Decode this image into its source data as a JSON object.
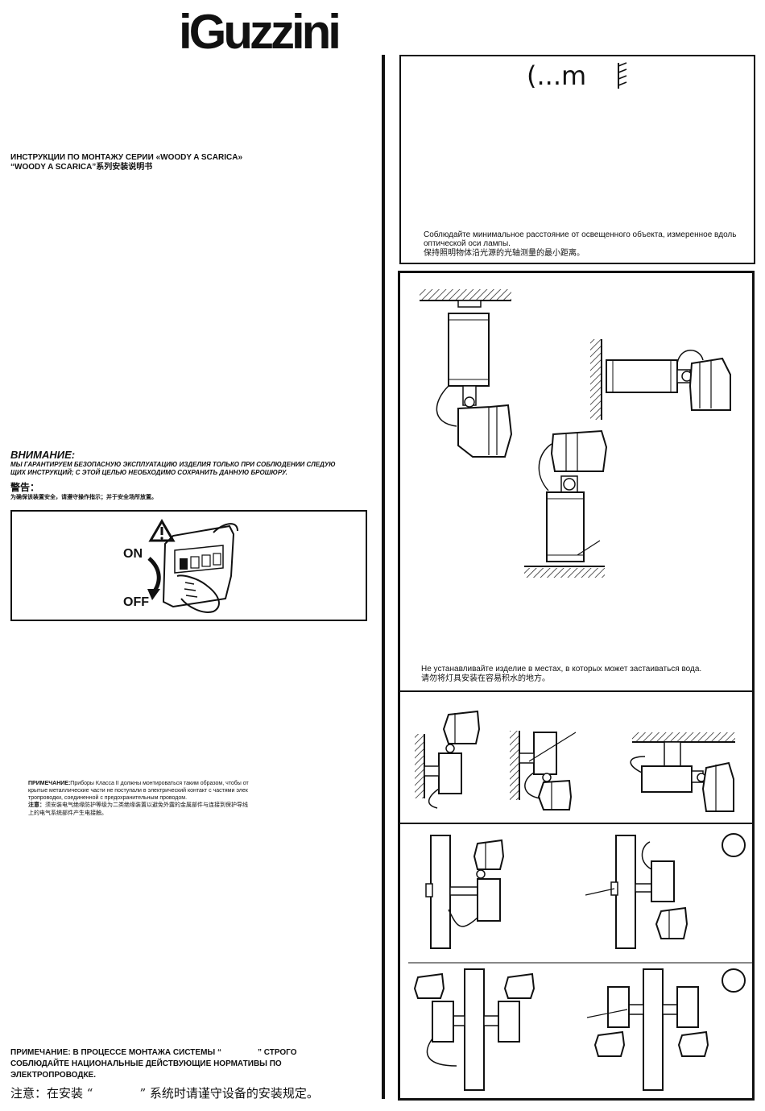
{
  "brand": {
    "logo_text": "iGuzzini"
  },
  "header": {
    "title_ru": "ИНСТРУКЦИИ ПО МОНТАЖУ СЕРИИ «WOODY A SCARICA»",
    "title_zh": "“WOODY A SCARICA”系列安装说明书"
  },
  "warning": {
    "title_ru": "ВНИМАНИЕ:",
    "text_ru_1": "МЫ ГАРАНТИРУЕМ БЕЗОПАСНУЮ ЭКСПЛУАТАЦИЮ ИЗДЕЛИЯ ТОЛЬКО ПРИ СОБЛЮДЕНИИ СЛЕДУЮ",
    "text_ru_2": "ЩИХ ИНСТРУКЦИЙ; С ЭТОЙ ЦЕЛЬЮ НЕОБХОДИМО СОХРАНИТЬ ДАННУЮ БРОШЮРУ.",
    "title_zh": "警告：",
    "text_zh": "为确保该装置安全，请遵守操作指示；并于安全场所放置。"
  },
  "switch_figure": {
    "on_label": "ON",
    "off_label": "OFF"
  },
  "note_class2": {
    "label_ru": "ПРИМЕЧАНИЕ:",
    "text_ru_1": "Приборы Класса II должны монтироваться таким образом, чтобы от",
    "text_ru_2": "крытые металлические части не поступали в электрический контакт с частями элек",
    "text_ru_3": "тропроводки, соединенной с предохранительным проводом.",
    "label_zh": "注意：",
    "text_zh_1": "须安装电气绝缘防护等级为二类绝缘装置以避免外露的金属部件与连接到保护导线",
    "text_zh_2": "上的电气系统部件产生电接触。"
  },
  "note_install": {
    "text_ru_1": "ПРИМЕЧАНИЕ: В ПРОЦЕССЕ МОНТАЖА СИСТЕМЫ “",
    "text_ru_1b": "” СТРОГО",
    "text_ru_2": "СОБЛЮДАЙТЕ НАЦИОНАЛЬНЫЕ ДЕЙСТВУЮЩИЕ  НОРМАТИВЫ ПО",
    "text_ru_3": "ЭЛЕКТРОПРОВОДКЕ.",
    "text_zh_a": "注意：在安装 “",
    "text_zh_b": "” 系统时请谨守设备的安装规定。"
  },
  "distance_panel": {
    "symbol_left": "(",
    "symbol_text": "...m",
    "caption_ru_1": "Соблюдайте минимальное расстояние от освещенного объекта, измеренное вдоль",
    "caption_ru_2": "оптической оси лампы.",
    "caption_zh": "保持照明物体沿光源的光轴测量的最小距离。"
  },
  "mounting_panel": {
    "caption_ru": "Не устанавливайте изделие в местах, в которых может застаиваться вода.",
    "caption_zh": "请勿将灯具安装在容易积水的地方。"
  }
}
